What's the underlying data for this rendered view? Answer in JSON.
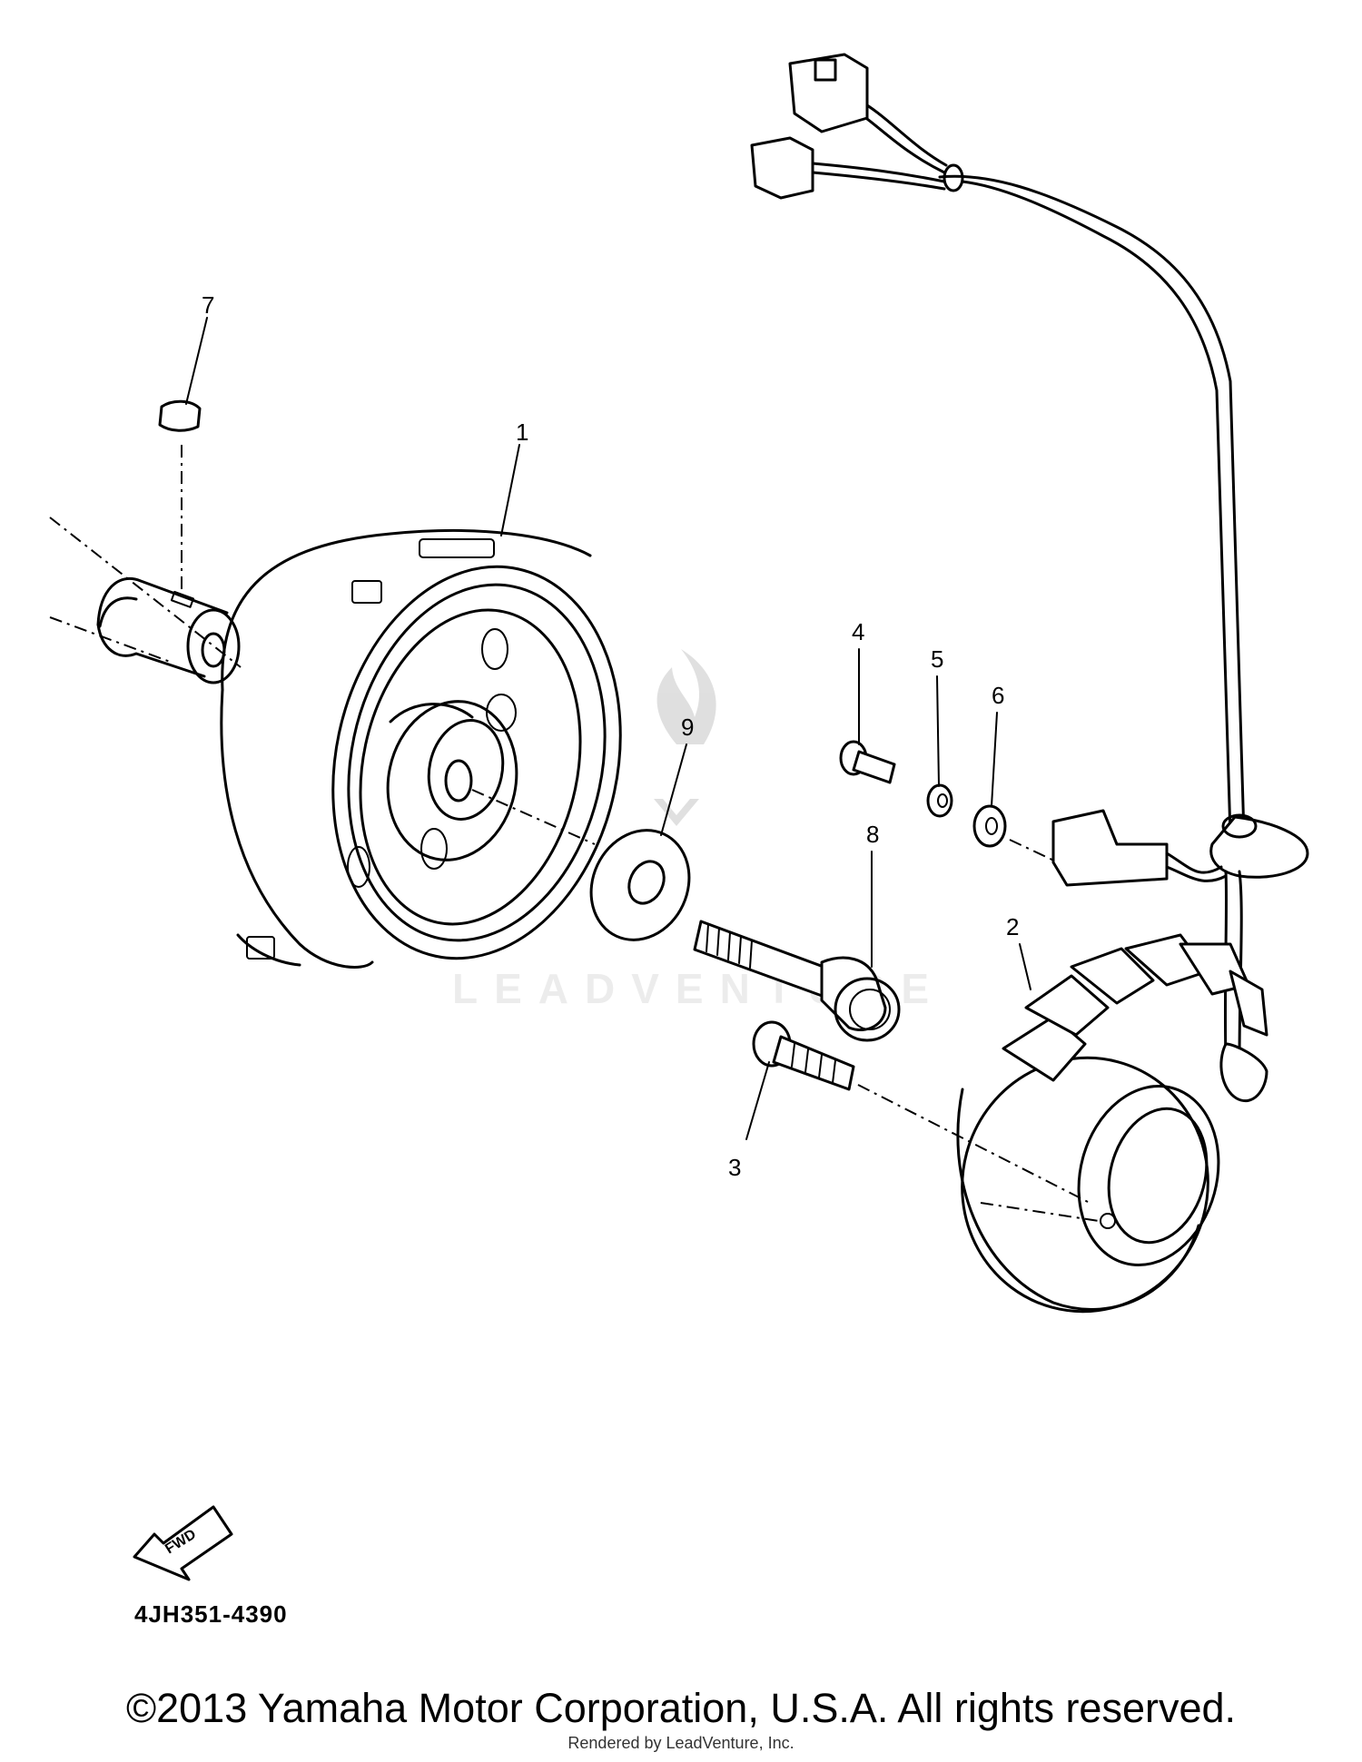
{
  "diagram": {
    "callouts": [
      "1",
      "2",
      "3",
      "4",
      "5",
      "6",
      "7",
      "8",
      "9"
    ],
    "fwd_label": "FWD",
    "code": "4JH351-4390",
    "watermark": "LEADVENTURE"
  },
  "footer": {
    "copyright": "©2013 Yamaha Motor Corporation, U.S.A. All rights reserved.",
    "rendered_by": "Rendered by LeadVenture, Inc."
  }
}
